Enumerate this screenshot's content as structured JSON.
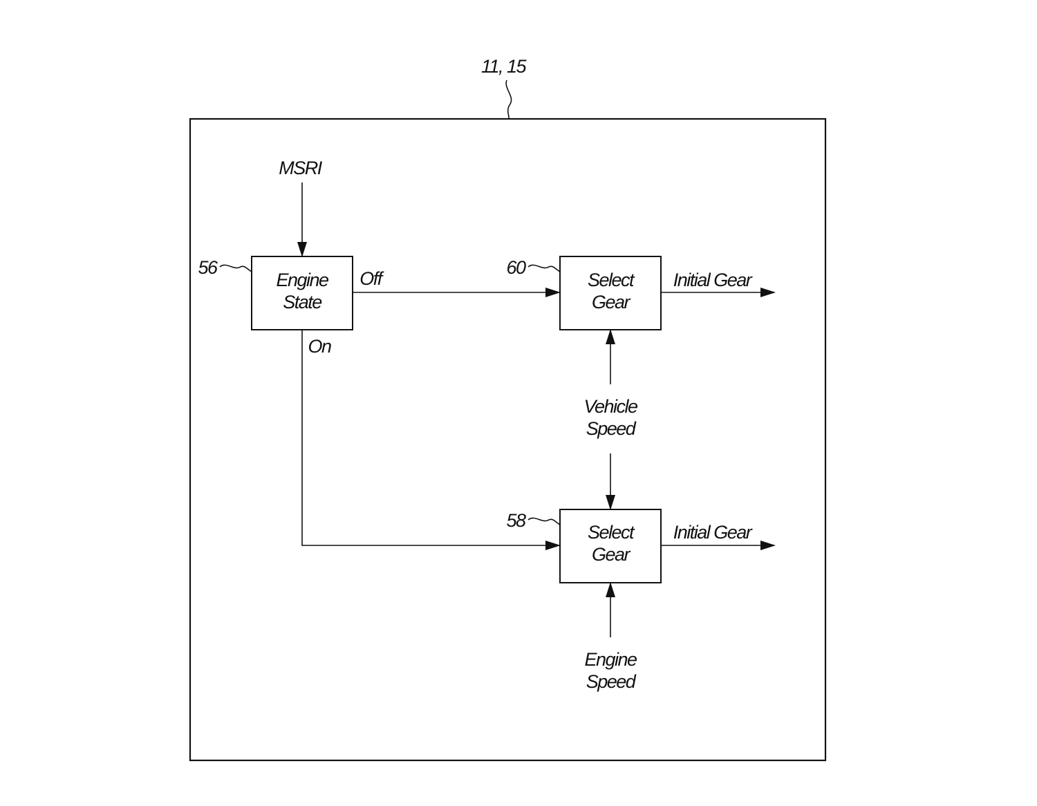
{
  "figure": {
    "frame_ref": "11, 15"
  },
  "inputs": {
    "msri": "MSRI",
    "vehicle_speed": [
      "Vehicle",
      "Speed"
    ],
    "engine_speed": [
      "Engine",
      "Speed"
    ]
  },
  "blocks": {
    "engine_state": {
      "ref": "56",
      "lines": [
        "Engine",
        "State"
      ]
    },
    "select_gear_off": {
      "ref": "60",
      "lines": [
        "Select",
        "Gear"
      ]
    },
    "select_gear_on": {
      "ref": "58",
      "lines": [
        "Select",
        "Gear"
      ]
    }
  },
  "branches": {
    "off": "Off",
    "on": "On"
  },
  "outputs": {
    "top": "Initial Gear",
    "bottom": "Initial Gear"
  }
}
